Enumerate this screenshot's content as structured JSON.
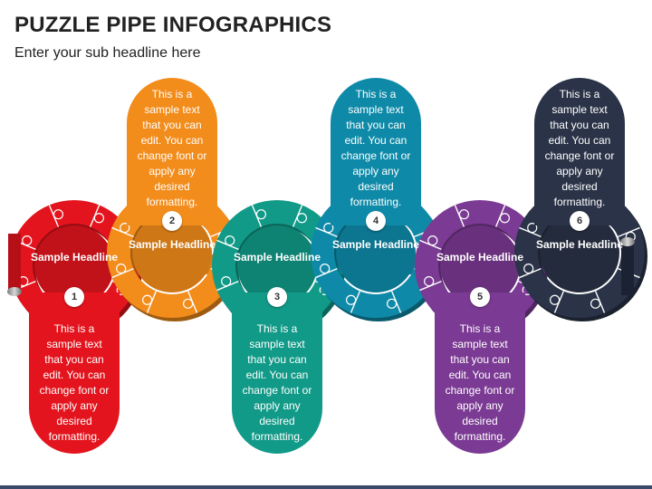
{
  "header": {
    "title": "PUZZLE PIPE INFOGRAPHICS",
    "subtitle": "Enter your sub headline here"
  },
  "steps": [
    {
      "number": "1",
      "headline": "Sample Headline",
      "text": "This is a sample text that you can edit. You can change font or apply any desired formatting.",
      "color": "#e3141d",
      "panel_position": "bottom"
    },
    {
      "number": "2",
      "headline": "Sample Headline",
      "text": "This is a sample text that you can edit. You can change font or apply any desired formatting.",
      "color": "#f28c1b",
      "panel_position": "top"
    },
    {
      "number": "3",
      "headline": "Sample Headline",
      "text": "This is a sample text that you can edit. You can change font or apply any desired formatting.",
      "color": "#119a88",
      "panel_position": "bottom"
    },
    {
      "number": "4",
      "headline": "Sample Headline",
      "text": "This is a sample text that you can edit. You can change font or apply any desired formatting.",
      "color": "#0e8aa8",
      "panel_position": "top"
    },
    {
      "number": "5",
      "headline": "Sample Headline",
      "text": "This is a sample text that you can edit. You can change font or apply any desired formatting.",
      "color": "#7b3a93",
      "panel_position": "bottom"
    },
    {
      "number": "6",
      "headline": "Sample Headline",
      "text": "This is a sample text that you can edit. You can change font or apply any desired formatting.",
      "color": "#2a3347",
      "panel_position": "top"
    }
  ],
  "colors": {
    "pipe_end_cap": "#9a9a9a",
    "bottom_bar": "#3a4a68"
  }
}
